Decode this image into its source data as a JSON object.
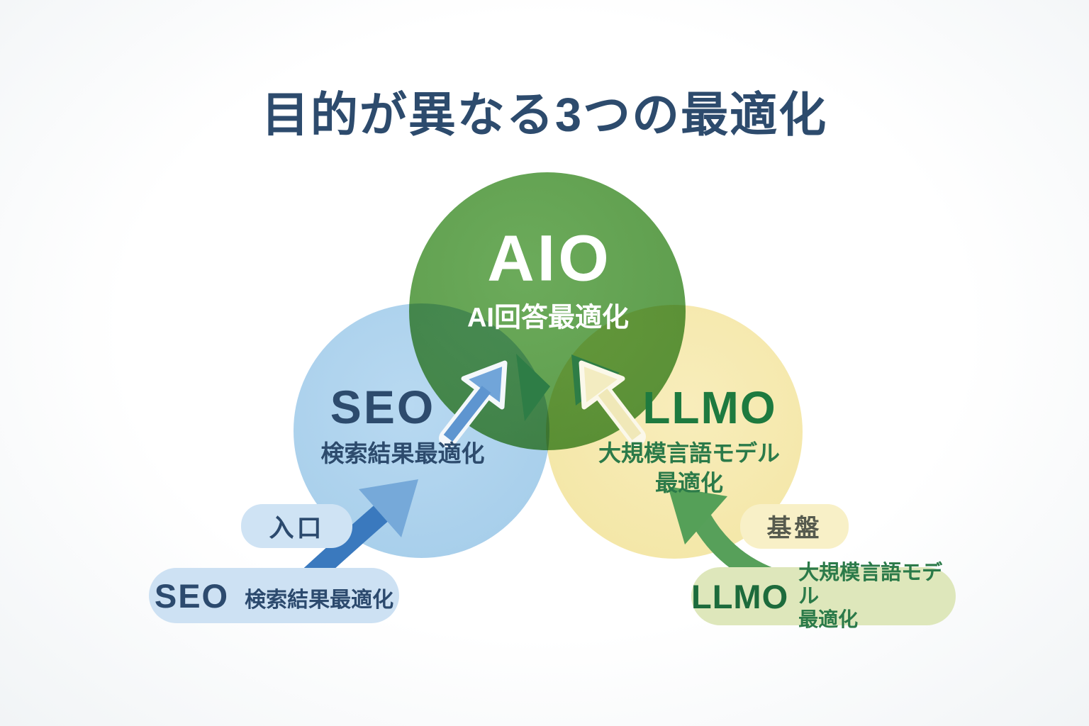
{
  "title": "目的が異なる3つの最適化",
  "circles": {
    "aio": {
      "label": "AIO",
      "sublabel": "AI回答最適化"
    },
    "seo": {
      "label": "SEO",
      "sublabel": "検索結果最適化"
    },
    "llmo": {
      "label": "LLMO",
      "sublabel_line1": "大規模言語モデル",
      "sublabel_line2": "最適化"
    }
  },
  "callouts": {
    "seo_tag": "入口",
    "seo_name": "SEO",
    "seo_desc": "検索結果最適化",
    "llmo_tag": "基盤",
    "llmo_name": "LLMO",
    "llmo_desc_line1": "大規模言語モデル",
    "llmo_desc_line2": "最適化"
  },
  "colors": {
    "title_text": "#2d4b6d",
    "aio_circle_green": "#64a754",
    "seo_circle_blue": "#aed2ed",
    "llmo_circle_yellow": "#f5e8ac",
    "aio_text": "#ffffff",
    "seo_text": "#2d4b6d",
    "llmo_text": "#1e7a3f",
    "entrance_pill_bg": "#cfe3f4",
    "foundation_pill_bg": "#f8f0c7",
    "seo_pill_bg": "#cde1f3",
    "llmo_pill_bg": "#dee7bb",
    "foundation_text": "#565a4e",
    "blue_arrow_shaft": "#3a79be",
    "blue_arrow_head": "#76a9d9",
    "green_arrow": "#57a05a",
    "dark_green_arrowhead": "#2e7d46",
    "cream_arrow": "#f3ecc1"
  }
}
